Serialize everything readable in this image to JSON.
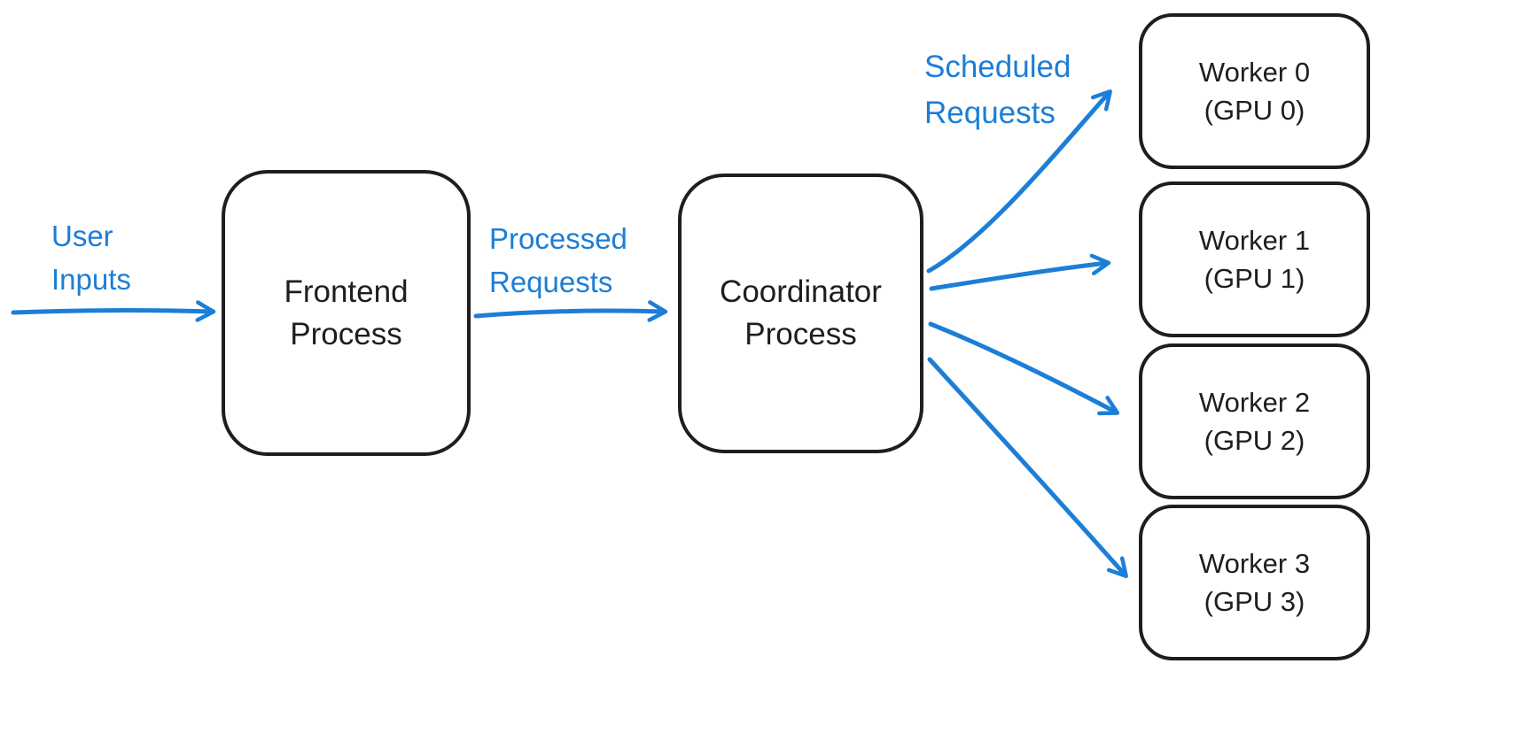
{
  "diagram": {
    "type": "flow-diagram",
    "colors": {
      "accent_blue": "#1c7ed6",
      "node_stroke": "#1e1e1e",
      "background": "#ffffff"
    },
    "arrow_labels": {
      "user_inputs": [
        "User",
        "Inputs"
      ],
      "processed_requests": [
        "Processed",
        "Requests"
      ],
      "scheduled_requests": [
        "Scheduled",
        "Requests"
      ]
    },
    "nodes": {
      "frontend": [
        "Frontend",
        "Process"
      ],
      "coordinator": [
        "Coordinator",
        "Process"
      ],
      "workers": [
        [
          "Worker 0",
          "(GPU 0)"
        ],
        [
          "Worker 1",
          "(GPU 1)"
        ],
        [
          "Worker 2",
          "(GPU 2)"
        ],
        [
          "Worker 3",
          "(GPU 3)"
        ]
      ]
    },
    "edges": [
      {
        "from": "user",
        "to": "frontend",
        "label": "User Inputs"
      },
      {
        "from": "frontend",
        "to": "coordinator",
        "label": "Processed Requests"
      },
      {
        "from": "coordinator",
        "to": "worker-0",
        "label": "Scheduled Requests"
      },
      {
        "from": "coordinator",
        "to": "worker-1",
        "label": "Scheduled Requests"
      },
      {
        "from": "coordinator",
        "to": "worker-2",
        "label": "Scheduled Requests"
      },
      {
        "from": "coordinator",
        "to": "worker-3",
        "label": "Scheduled Requests"
      }
    ]
  }
}
